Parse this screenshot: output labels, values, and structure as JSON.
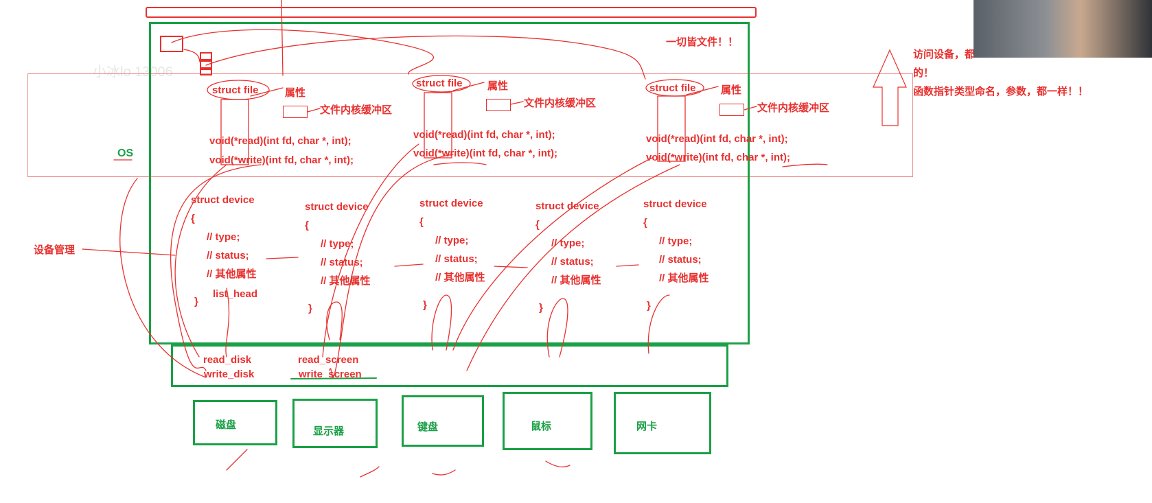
{
  "watermark": "小冰lo 13006",
  "top_note": "一切皆文件！！",
  "os_label": "OS",
  "device_mgmt_label": "设备管理",
  "side_note": {
    "line1": "访问设备，都",
    "line2": "的！",
    "line3": "函数指针类型命名，参数，都一样！！"
  },
  "struct_files": [
    {
      "title": "struct file",
      "attr": "属性",
      "buffer": "文件内核缓冲区",
      "read": "void(*read)(int fd, char *, int);",
      "write": "void(*write)(int fd, char *, int);"
    },
    {
      "title": "struct file",
      "attr": "属性",
      "buffer": "文件内核缓冲区",
      "read": "void(*read)(int fd, char *, int);",
      "write": "void(*write)(int fd, char *, int);"
    },
    {
      "title": "struct file",
      "attr": "属性",
      "buffer": "文件内核缓冲区",
      "read": "void(*read)(int fd, char *, int);",
      "write": "void(*write)(int fd, char *, int);"
    }
  ],
  "devices": [
    {
      "title": "struct device",
      "open": "{",
      "type": "// type;",
      "status": "// status;",
      "other": "// 其他属性",
      "extra": "list_head",
      "close": "}"
    },
    {
      "title": "struct device",
      "open": "{",
      "type": "// type;",
      "status": "// status;",
      "other": "// 其他属性",
      "close": "}"
    },
    {
      "title": "struct device",
      "open": "{",
      "type": "// type;",
      "status": "// status;",
      "other": "// 其他属性",
      "close": "}"
    },
    {
      "title": "struct device",
      "open": "{",
      "type": "// type;",
      "status": "// status;",
      "other": "// 其他属性",
      "close": "}"
    },
    {
      "title": "struct device",
      "open": "{",
      "type": "// type;",
      "status": "// status;",
      "other": "// 其他属性",
      "close": "}"
    }
  ],
  "drivers": {
    "read_disk": "read_disk",
    "write_disk": "write_disk",
    "read_screen": "read_screen",
    "write_screen": "write_screen"
  },
  "hardware": [
    {
      "name": "磁盘"
    },
    {
      "name": "显示器"
    },
    {
      "name": "键盘"
    },
    {
      "name": "鼠标"
    },
    {
      "name": "网卡"
    }
  ],
  "colors": {
    "red": "#e8312f",
    "green": "#1aa046"
  }
}
